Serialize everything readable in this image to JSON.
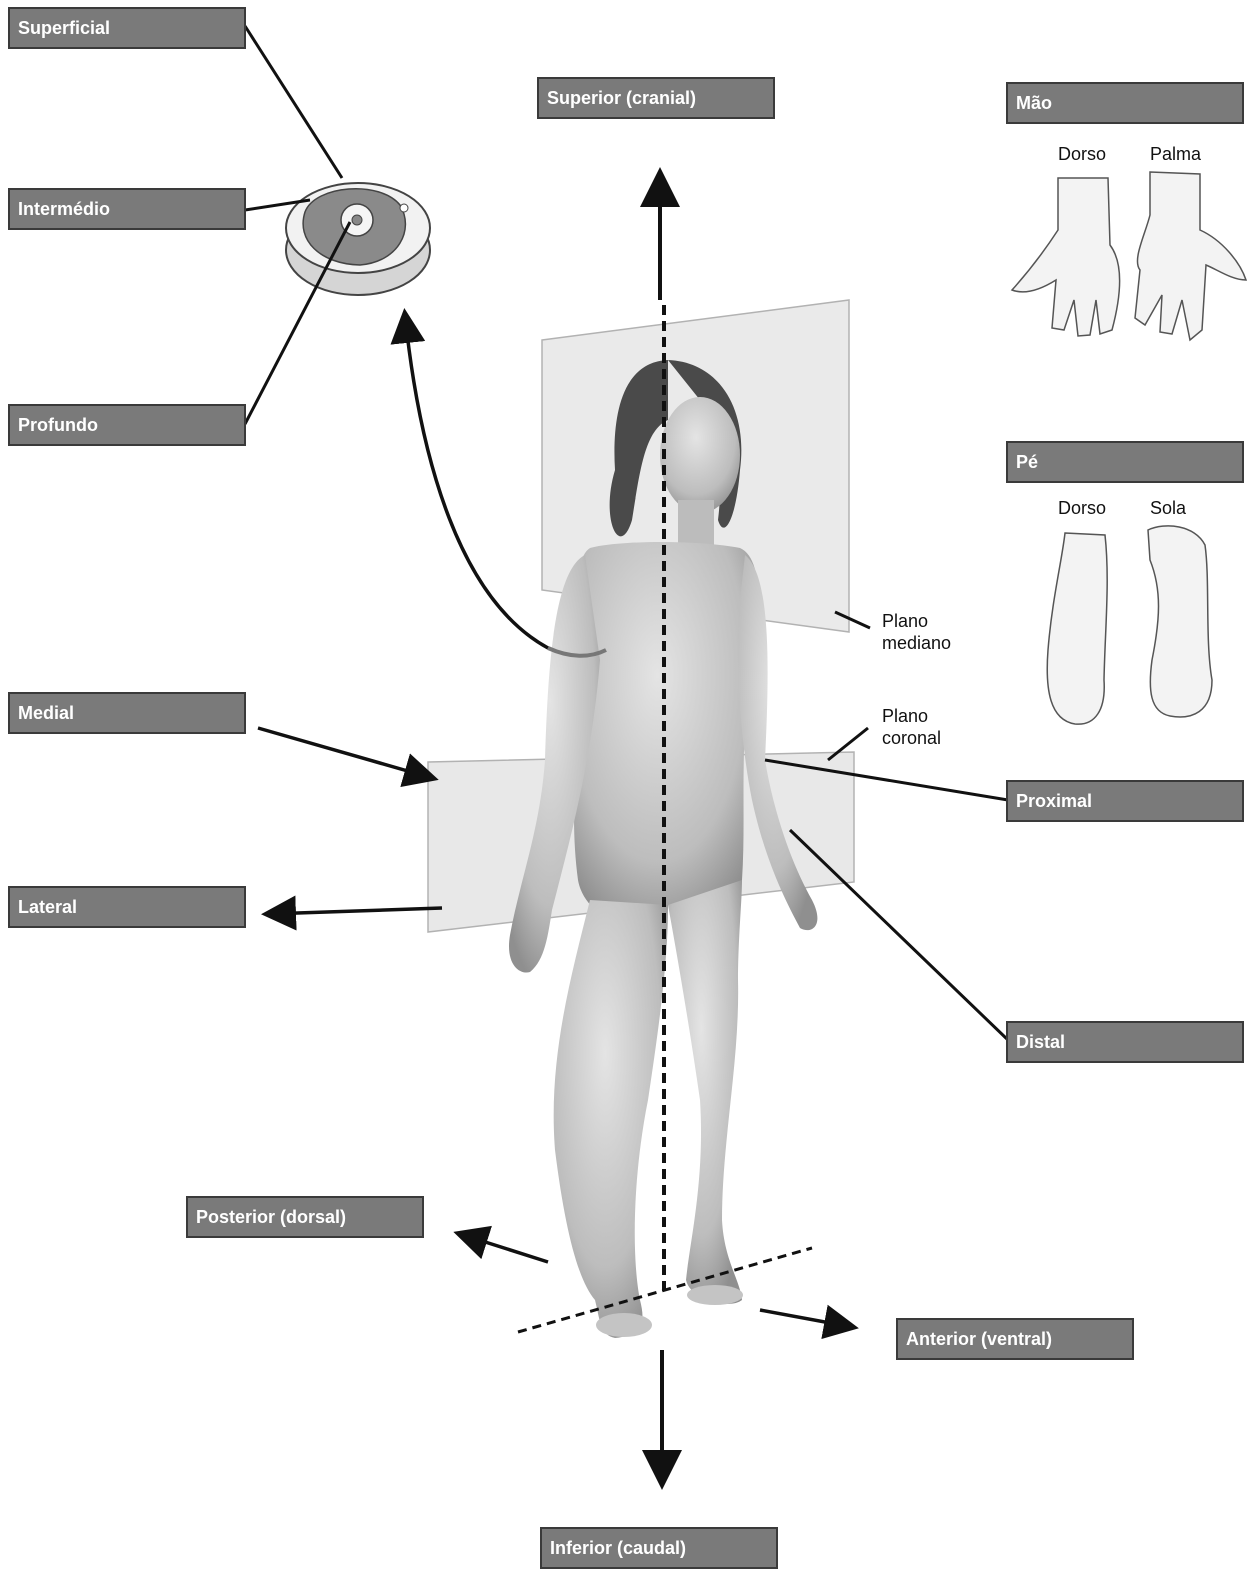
{
  "labels": {
    "superficial": "Superficial",
    "intermedio": "Intermédio",
    "profundo": "Profundo",
    "superior": "Superior (cranial)",
    "inferior": "Inferior (caudal)",
    "medial": "Medial",
    "lateral": "Lateral",
    "proximal": "Proximal",
    "distal": "Distal",
    "posterior": "Posterior (dorsal)",
    "anterior": "Anterior (ventral)",
    "mao": "Mão",
    "pe": "Pé"
  },
  "hand": {
    "left": "Dorso",
    "right": "Palma"
  },
  "foot": {
    "left": "Dorso",
    "right": "Sola"
  },
  "planes": {
    "mediano_line1": "Plano",
    "mediano_line2": "mediano",
    "coronal_line1": "Plano",
    "coronal_line2": "coronal"
  },
  "colors": {
    "label_bg": "#7a7a7a",
    "label_border": "#3a3a3a",
    "figure": "#c9c9c9",
    "plane": "#e6e6e6"
  }
}
